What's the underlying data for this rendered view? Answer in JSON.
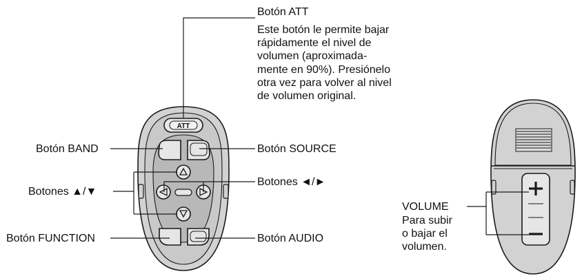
{
  "remote": {
    "att_button_text": "ATT",
    "body_color": "#d2d2d2",
    "button_color": "#e6e6e6",
    "outline_color": "#1a1a1a"
  },
  "labels": {
    "att": {
      "title": "Botón ATT",
      "desc_lines": [
        "Este botón le permite bajar",
        "rápidamente el nivel de",
        "volumen (aproximada-",
        "mente en 90%). Presiónelo",
        "otra vez para volver al nivel",
        "de volumen original."
      ]
    },
    "band": "Botón BAND",
    "source": "Botón SOURCE",
    "arrows_updown": "Botones ▲/▼",
    "arrows_leftright": "Botones ◄/►",
    "function": "Botón FUNCTION",
    "audio": "Botón AUDIO",
    "volume": {
      "title": "VOLUME",
      "desc_lines": [
        "Para subir",
        "o bajar el",
        "volumen."
      ]
    }
  }
}
